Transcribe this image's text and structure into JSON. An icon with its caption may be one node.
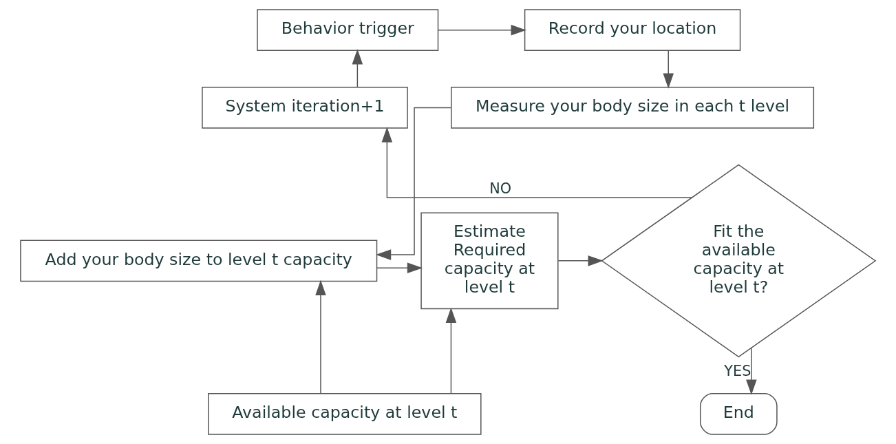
{
  "diagram": {
    "nodes": [
      {
        "text": [
          "Behavior trigger"
        ]
      },
      {
        "text": [
          "Record your location"
        ]
      },
      {
        "text": [
          "System iteration+1"
        ]
      },
      {
        "text": [
          "Measure your body size in each t level"
        ]
      },
      {
        "text": [
          "Fit the available capacity at level t?"
        ]
      },
      {
        "text": [
          "Estimate Required capacity at level t"
        ]
      },
      {
        "text": [
          "Add your body size to level t capacity"
        ]
      },
      {
        "text": [
          "Available capacity at level t"
        ]
      },
      {
        "text": [
          "End"
        ]
      }
    ],
    "edges": [
      {
        "from": 0,
        "to": 1,
        "arrow": "to"
      },
      {
        "from": 1,
        "to": 3,
        "arrow": "to"
      },
      {
        "from": 3,
        "to": 6,
        "arrow": "to"
      },
      {
        "from": 7,
        "to": 6,
        "arrow": "to"
      },
      {
        "from": 6,
        "to": 5,
        "arrow": "to"
      },
      {
        "from": 7,
        "to": 5,
        "arrow": "to"
      },
      {
        "from": 5,
        "to": 4,
        "arrow": "to"
      },
      {
        "from": 4,
        "to": 2,
        "arrow": "to",
        "label": "NO"
      },
      {
        "from": 2,
        "to": 0,
        "arrow": "to"
      },
      {
        "from": 4,
        "to": 8,
        "arrow": "to",
        "label": "YES"
      }
    ]
  }
}
